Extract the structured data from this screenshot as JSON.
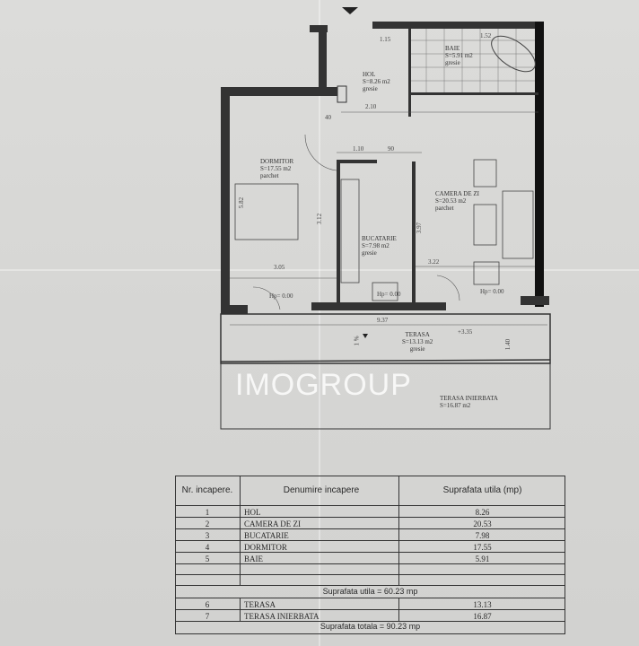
{
  "plan": {
    "rooms": {
      "hol": {
        "name": "HOL",
        "area": "S=8.26 m2",
        "floor": "gresie"
      },
      "baie": {
        "name": "BAIE",
        "area": "S=5.91 m2",
        "floor": "gresie"
      },
      "dormitor": {
        "name": "DORMITOR",
        "area": "S=17.55 m2",
        "floor": "parchet"
      },
      "camera": {
        "name": "CAMERA DE ZI",
        "area": "S=20.53 m2",
        "floor": "parchet"
      },
      "bucatarie": {
        "name": "BUCATARIE",
        "area": "S=7.98 m2",
        "floor": "gresie"
      },
      "terasa": {
        "name": "TERASA",
        "area": "S=13.13 m2",
        "floor": "gresie"
      },
      "terasa_inierbata": {
        "name": "TERASA INIERBATA",
        "area": "S=16.87 m2"
      }
    },
    "dims": [
      "1.15",
      "1.52",
      "2.10",
      "3.12",
      "3.05",
      "3.22",
      "9.37",
      "+3.35",
      "Hp= 0.00",
      "Hp= 0.00",
      "Hp= 0.00",
      "1 %",
      "1.40",
      "5.82",
      "3.97",
      "1.10",
      "90",
      "40"
    ],
    "watermark": "IMOGROUP"
  },
  "table": {
    "headers": {
      "nr": "Nr. incapere.",
      "name": "Denumire incapere",
      "area": "Suprafata utila (mp)"
    },
    "rows": [
      {
        "nr": "1",
        "name": "HOL",
        "area": "8.26"
      },
      {
        "nr": "2",
        "name": "CAMERA DE ZI",
        "area": "20.53"
      },
      {
        "nr": "3",
        "name": "BUCATARIE",
        "area": "7.98"
      },
      {
        "nr": "4",
        "name": "DORMITOR",
        "area": "17.55"
      },
      {
        "nr": "5",
        "name": "BAIE",
        "area": "5.91"
      }
    ],
    "subtotal": "Suprafata utila = 60.23 mp",
    "extra_rows": [
      {
        "nr": "6",
        "name": "TERASA",
        "area": "13.13"
      },
      {
        "nr": "7",
        "name": "TERASA INIERBATA",
        "area": "16.87"
      }
    ],
    "total": "Suprafata totala = 90.23 mp"
  }
}
